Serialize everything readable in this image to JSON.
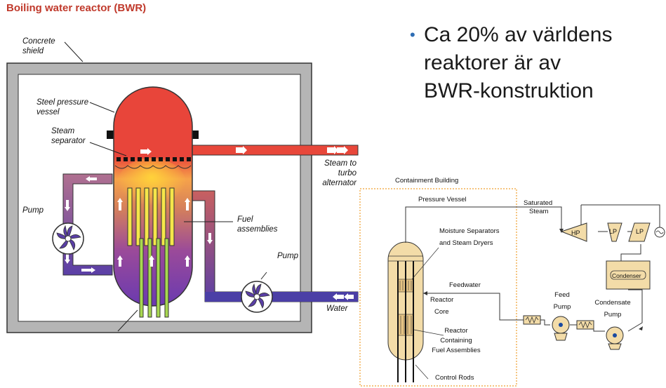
{
  "title": "Boiling water reactor (BWR)",
  "bullet": {
    "lines": [
      "Ca 20% av världens",
      "reaktorer är av",
      "BWR-konstruktion"
    ],
    "color": "#2e6db4"
  },
  "left_diagram": {
    "labels": {
      "concrete_shield_1": "Concrete",
      "concrete_shield_2": "shield",
      "pressure_vessel_1": "Steel pressure",
      "pressure_vessel_2": "vessel",
      "steam_separator_1": "Steam",
      "steam_separator_2": "separator",
      "steam_to_turbo_1": "Steam to",
      "steam_to_turbo_2": "turbo",
      "steam_to_turbo_3": "alternator",
      "pump_left": "Pump",
      "fuel_1": "Fuel",
      "fuel_2": "assemblies",
      "pump_right": "Pump",
      "water": "Water"
    },
    "colors": {
      "steam": "#e8473a",
      "water": "#4b3fa6",
      "shield": "#b5b5b5"
    }
  },
  "right_diagram": {
    "labels": {
      "containment_building": "Containment Building",
      "pressure_vessel": "Pressure Vessel",
      "saturated": "Saturated",
      "steam": "Steam",
      "moisture_1": "Moisture Separators",
      "moisture_2": "and Steam Dryers",
      "feedwater": "Feedwater",
      "reactor_core_1": "Reactor",
      "reactor_core_2": "Core",
      "reactor_fuel_1": "Reactor",
      "reactor_fuel_2": "Containing",
      "reactor_fuel_3": "Fuel Assemblies",
      "control_rods": "Control Rods",
      "feed_pump_1": "Feed",
      "feed_pump_2": "Pump",
      "condensate_pump_1": "Condensate",
      "condensate_pump_2": "Pump",
      "condenser": "Condenser",
      "hp": "HP",
      "lp1": "LP",
      "lp2": "LP"
    },
    "colors": {
      "vessel_fill": "#f3dca8",
      "containment_border": "#f0a030"
    }
  }
}
